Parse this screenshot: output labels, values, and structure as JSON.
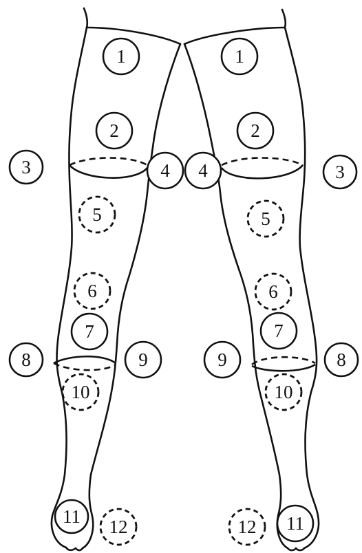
{
  "markers": [
    {
      "label": "1",
      "style": "solid"
    },
    {
      "label": "2",
      "style": "solid"
    },
    {
      "label": "3",
      "style": "solid"
    },
    {
      "label": "4",
      "style": "solid"
    },
    {
      "label": "5",
      "style": "dashed"
    },
    {
      "label": "6",
      "style": "dashed"
    },
    {
      "label": "7",
      "style": "solid"
    },
    {
      "label": "8",
      "style": "solid"
    },
    {
      "label": "9",
      "style": "solid"
    },
    {
      "label": "10",
      "style": "dashed"
    },
    {
      "label": "11",
      "style": "solid"
    },
    {
      "label": "12",
      "style": "dashed"
    },
    {
      "label": "1",
      "style": "solid"
    },
    {
      "label": "2",
      "style": "solid"
    },
    {
      "label": "3",
      "style": "solid"
    },
    {
      "label": "4",
      "style": "solid"
    },
    {
      "label": "5",
      "style": "dashed"
    },
    {
      "label": "6",
      "style": "dashed"
    },
    {
      "label": "7",
      "style": "solid"
    },
    {
      "label": "8",
      "style": "solid"
    },
    {
      "label": "9",
      "style": "solid"
    },
    {
      "label": "10",
      "style": "dashed"
    },
    {
      "label": "11",
      "style": "solid"
    },
    {
      "label": "12",
      "style": "dashed"
    }
  ]
}
